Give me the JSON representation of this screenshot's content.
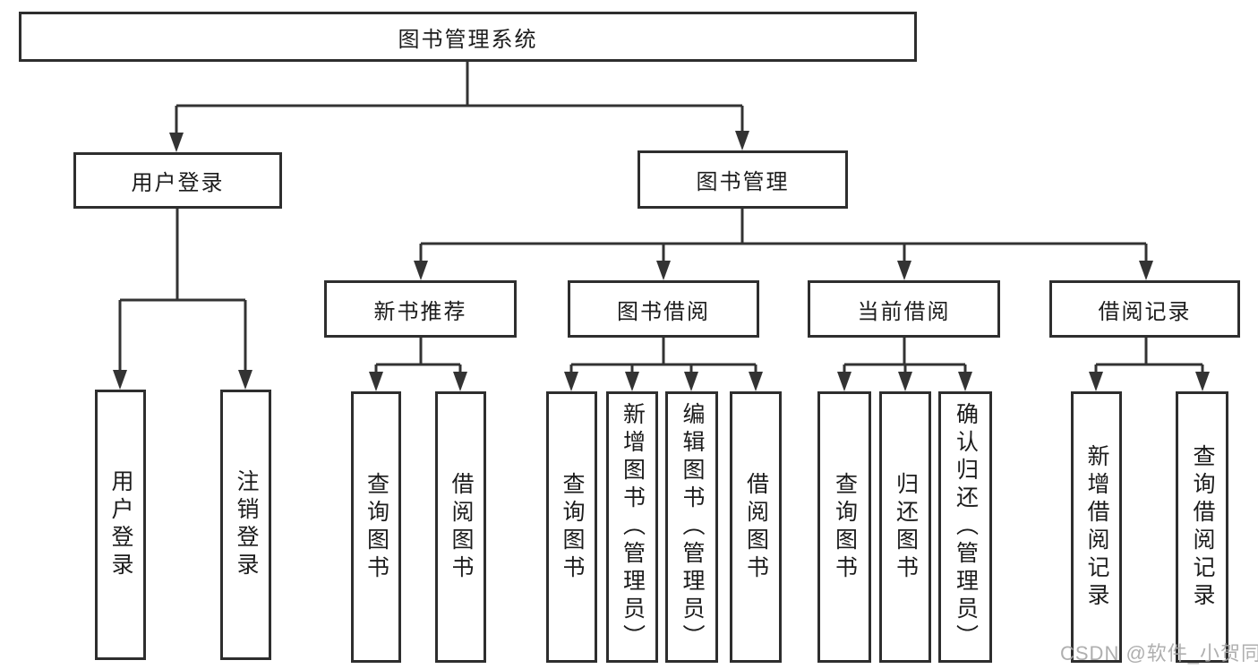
{
  "diagram": {
    "root": {
      "label": "图书管理系统"
    },
    "branches": [
      {
        "label": "用户登录",
        "children": [
          {
            "label": "用户登录"
          },
          {
            "label": "注销登录"
          }
        ]
      },
      {
        "label": "图书管理",
        "children": [
          {
            "label": "新书推荐",
            "children": [
              {
                "label": "查询图书"
              },
              {
                "label": "借阅图书"
              }
            ]
          },
          {
            "label": "图书借阅",
            "children": [
              {
                "label": "查询图书"
              },
              {
                "label": "新增图书（管理员）"
              },
              {
                "label": "编辑图书（管理员）"
              },
              {
                "label": "借阅图书"
              }
            ]
          },
          {
            "label": "当前借阅",
            "children": [
              {
                "label": "查询图书"
              },
              {
                "label": "归还图书"
              },
              {
                "label": "确认归还（管理员）"
              }
            ]
          },
          {
            "label": "借阅记录",
            "children": [
              {
                "label": "新增借阅记录"
              },
              {
                "label": "查询借阅记录"
              }
            ]
          }
        ]
      }
    ]
  },
  "watermark": {
    "text": "CSDN @软件_小贺同学"
  },
  "colors": {
    "line": "#333333",
    "border": "#2e2e2e",
    "text": "#1c1c1c",
    "background": "#ffffff",
    "watermark": "#a8a8a8"
  }
}
